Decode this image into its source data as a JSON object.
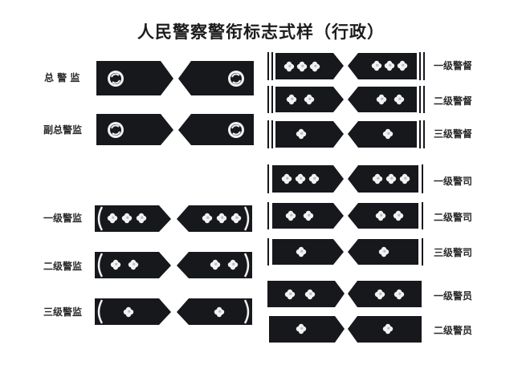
{
  "title": "人民警察警衔标志式样（行政）",
  "colors": {
    "board": "#17181c",
    "insignia": "#f2f2f2",
    "background": "#ffffff",
    "text": "#1c1c1c"
  },
  "left_column": {
    "ranks": [
      {
        "label": "总 警 监",
        "insignia": "wreath-emblem",
        "count": 1,
        "edge": "none"
      },
      {
        "label": "副总警监",
        "insignia": "wreath-emblem",
        "count": 1,
        "edge": "none"
      },
      {
        "label": "一级警监",
        "insignia": "four-pointed-star",
        "count": 3,
        "edge": "laurel"
      },
      {
        "label": "二级警监",
        "insignia": "four-pointed-star",
        "count": 2,
        "edge": "laurel"
      },
      {
        "label": "三级警监",
        "insignia": "four-pointed-star",
        "count": 1,
        "edge": "laurel"
      }
    ]
  },
  "right_column": {
    "ranks": [
      {
        "label": "一级警督",
        "insignia": "four-pointed-star",
        "count": 3,
        "edge": "double-bar"
      },
      {
        "label": "二级警督",
        "insignia": "four-pointed-star",
        "count": 2,
        "edge": "double-bar"
      },
      {
        "label": "三级警督",
        "insignia": "four-pointed-star",
        "count": 1,
        "edge": "double-bar"
      },
      {
        "label": "一级警司",
        "insignia": "four-pointed-star",
        "count": 3,
        "edge": "single-bar"
      },
      {
        "label": "二级警司",
        "insignia": "four-pointed-star",
        "count": 2,
        "edge": "single-bar"
      },
      {
        "label": "三级警司",
        "insignia": "four-pointed-star",
        "count": 1,
        "edge": "single-bar"
      },
      {
        "label": "一级警员",
        "insignia": "four-pointed-star",
        "count": 2,
        "edge": "none"
      },
      {
        "label": "二级警员",
        "insignia": "four-pointed-star",
        "count": 1,
        "edge": "none"
      }
    ]
  }
}
